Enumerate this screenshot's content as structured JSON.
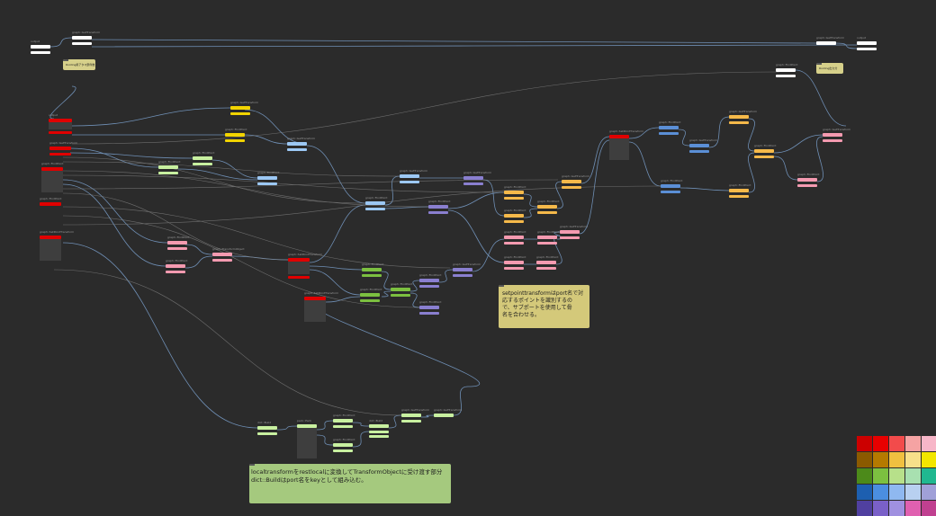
{
  "notes": [
    {
      "id": "note-top-left",
      "text": "Rooting用アタマ部件数",
      "color": "#d6d08a"
    },
    {
      "id": "note-top-right",
      "text": "Rooting出力分",
      "color": "#d6d08a"
    },
    {
      "id": "note-middle",
      "text": "setpointtransformはport名で対\n応するポイントを識別するの\nで、サブポートを使用して骨\n名を合わせる。",
      "color": "#d4c97a"
    },
    {
      "id": "note-bottom",
      "text": "localtransformをrestlocalに変換してTransformObjectに受け渡す部分\ndict::Buildはport名をkeyとして組み込む。",
      "color": "#a5c97e"
    }
  ],
  "node_labels": {
    "get_transform": "graph::GetTransform",
    "find_point": "graph::FindPoint",
    "set_point": "graph::SetPointTransform",
    "transform_object": "graph::TransformObject",
    "dict_build": "dict::Build",
    "pack": "pack::Pack",
    "output": "output"
  },
  "colors": {
    "background": "#2b2b2b",
    "wire": "#6f8fb5",
    "wire_grey": "#8a8a8a",
    "red": "#e00000",
    "yellow": "#f2d400",
    "light_green": "#c8f0a0",
    "green": "#7cc040",
    "pink": "#f49ab0",
    "light_blue": "#9cc8f4",
    "blue": "#5b8fd6",
    "purple": "#8a7fd0",
    "orange": "#f5b94a",
    "white": "#ffffff"
  },
  "palette": [
    [
      "#cc0000",
      "#e80000",
      "#f24b4b",
      "#f5a3a3",
      "#f7b6c8"
    ],
    [
      "#8b5a00",
      "#b57a00",
      "#f0c040",
      "#f7e08a",
      "#f2e600"
    ],
    [
      "#4c8a1a",
      "#7cc040",
      "#b7e08a",
      "#a8e0b0",
      "#20b890"
    ],
    [
      "#1d5fb0",
      "#4b8ee0",
      "#8fb8f0",
      "#b8d0f0",
      "#a0a0d8"
    ],
    [
      "#5040a0",
      "#7a60c8",
      "#a090e0",
      "#e060b0",
      "#c04090"
    ]
  ]
}
